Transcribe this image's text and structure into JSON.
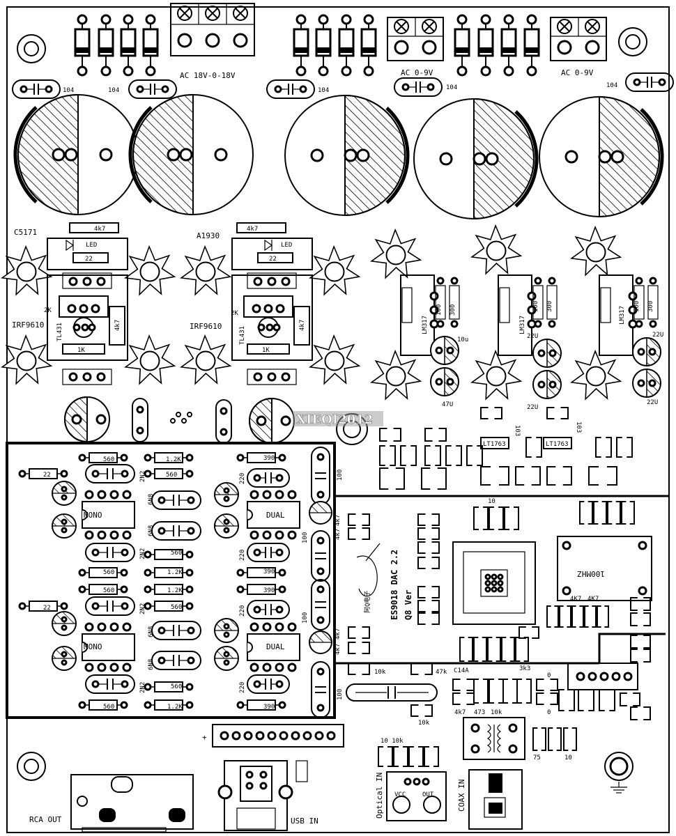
{
  "ac_labels": [
    "AC 18V-0-18V",
    "AC 0-9V",
    "AC 0-9V"
  ],
  "cap_104": [
    "104",
    "104",
    "104",
    "104",
    "104"
  ],
  "trans_left": [
    "C5171",
    "A1930"
  ],
  "irf": [
    "IRF9610",
    "IRF9610"
  ],
  "res_4k7": [
    "4k7",
    "4k7"
  ],
  "led": [
    "LED",
    "LED"
  ],
  "res_22": [
    "22",
    "22"
  ],
  "lbl_2k": [
    "2K",
    "2K"
  ],
  "tl431": [
    "TL431",
    "TL431"
  ],
  "res_1k": [
    "1K",
    "1K"
  ],
  "vert_4k7": [
    "4k7",
    "4k7"
  ],
  "lm317": [
    "LM317",
    "LM317",
    "LM317"
  ],
  "res_100": [
    "100",
    "100",
    "100"
  ],
  "res_300": [
    "300",
    "300",
    "300"
  ],
  "cap_reg": [
    "10u",
    "47U",
    "22U",
    "22U",
    "22U",
    "22U"
  ],
  "lt1763": [
    "LT1763",
    "LT1763"
  ],
  "cap_103": [
    "103",
    "103"
  ],
  "watermark": "XIEQI2012",
  "opamp_mono": [
    "MONO",
    "MONO"
  ],
  "opamp_dual": [
    "DUAL",
    "DUAL"
  ],
  "filter_res": [
    "560",
    "1.2K",
    "560",
    "560",
    "1.2K",
    "560",
    "560",
    "1.2K",
    "560",
    "560",
    "1.2K",
    "560"
  ],
  "filter_390": [
    "390",
    "390",
    "390",
    "390"
  ],
  "filter_22": [
    "22",
    "22"
  ],
  "filter_2n2": [
    "2N2",
    "2N2",
    "2N2",
    "2N2"
  ],
  "filter_6n8": [
    "6N8",
    "6N8",
    "6N8",
    "6N8"
  ],
  "filter_220": [
    "220",
    "220",
    "220",
    "220"
  ],
  "filter_100": [
    "100",
    "100",
    "100",
    "100"
  ],
  "filter_4k7": [
    "4k7",
    "4k7",
    "4k7",
    "4k7"
  ],
  "dac_title": "ES9018 DAC 2.2",
  "dac_ver": "Q8 Ver",
  "vendor": "阿Q电子",
  "osc": "100MHZ",
  "pwr_4k7": [
    "4K7",
    "4K7"
  ],
  "res_10": [
    "10",
    "10"
  ],
  "bottom_10k": [
    "10k",
    "10k",
    "10k"
  ],
  "lbl_47k": "47k",
  "lbl_c14a": "C14A",
  "lbl_3k3": "3k3",
  "lbl_473": "473",
  "lbl_75": "75",
  "lbl_0": [
    "0",
    "0"
  ],
  "lbl_10_10k": "10 10k",
  "rca": "RCA OUT",
  "usb": "USB IN",
  "optical": "Optical IN",
  "coax": "COAX IN",
  "vcc": "VCC",
  "out": "OUT",
  "plus": "+"
}
